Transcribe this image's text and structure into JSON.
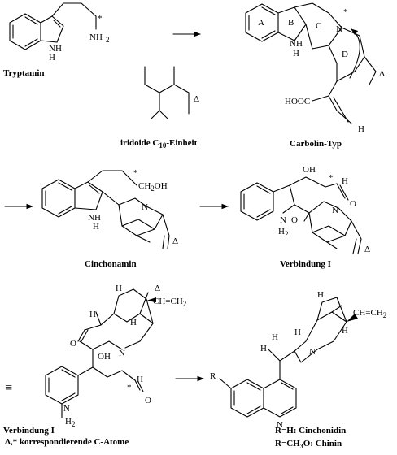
{
  "compounds": {
    "tryptamin": "Tryptamin",
    "iridoid": "iridoide C",
    "iridoid_sub": "10",
    "iridoid_suffix": "-Einheit",
    "carbolin": "Carbolin-Typ",
    "cinchonamin": "Cinchonamin",
    "verbindung1": "Verbindung I",
    "verbindung1_bottom": "Verbindung I"
  },
  "ring_labels": {
    "a": "A",
    "b": "B",
    "c": "C",
    "d": "D"
  },
  "atoms": {
    "nh": "NH",
    "h": "H",
    "n": "N",
    "nh2": "NH",
    "nh2_sub": "2",
    "ch2oh": "CH",
    "ch2oh_sub": "2",
    "ch2oh_tail": "OH",
    "oh": "OH",
    "o": "O",
    "hooc": "HOOC",
    "ch_ch2": "CH",
    "ch_ch2_mid": "CH",
    "ch_ch2_sub": "2",
    "r": "R",
    "triple": "≡"
  },
  "marks": {
    "star": "*",
    "delta": "Δ"
  },
  "footnote": "Δ,* korrespondierende C-Atome",
  "r_cinchonidin": "R=H: Cinchonidin",
  "r_chinin": "R=CH",
  "r_chinin_sub": "3",
  "r_chinin_tail": "O: Chinin"
}
